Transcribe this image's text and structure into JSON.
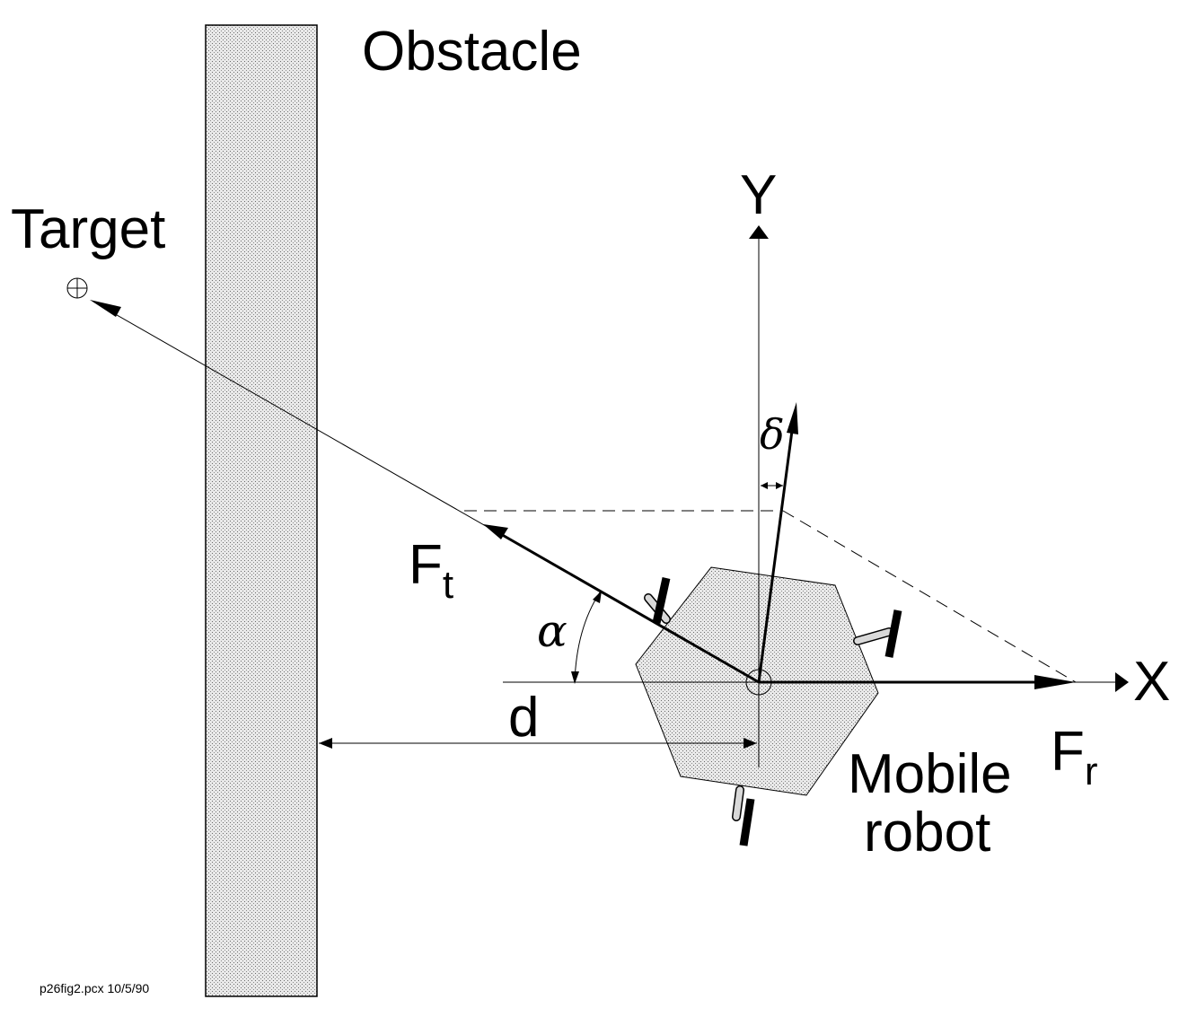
{
  "labels": {
    "obstacle": "Obstacle",
    "target": "Target",
    "y_axis": "Y",
    "x_axis": "X",
    "delta": "δ",
    "force_target_main": "F",
    "force_target_sub": "t",
    "alpha": "α",
    "distance": "d",
    "force_repulsive_main": "F",
    "force_repulsive_sub": "r",
    "robot_line1": "Mobile",
    "robot_line2": "robot"
  },
  "footer": {
    "filename": "p26fig2.pcx 10/5/90"
  },
  "colors": {
    "ink": "#000000",
    "fill_stipple_bg": "#e6e6e6",
    "background": "#ffffff"
  }
}
